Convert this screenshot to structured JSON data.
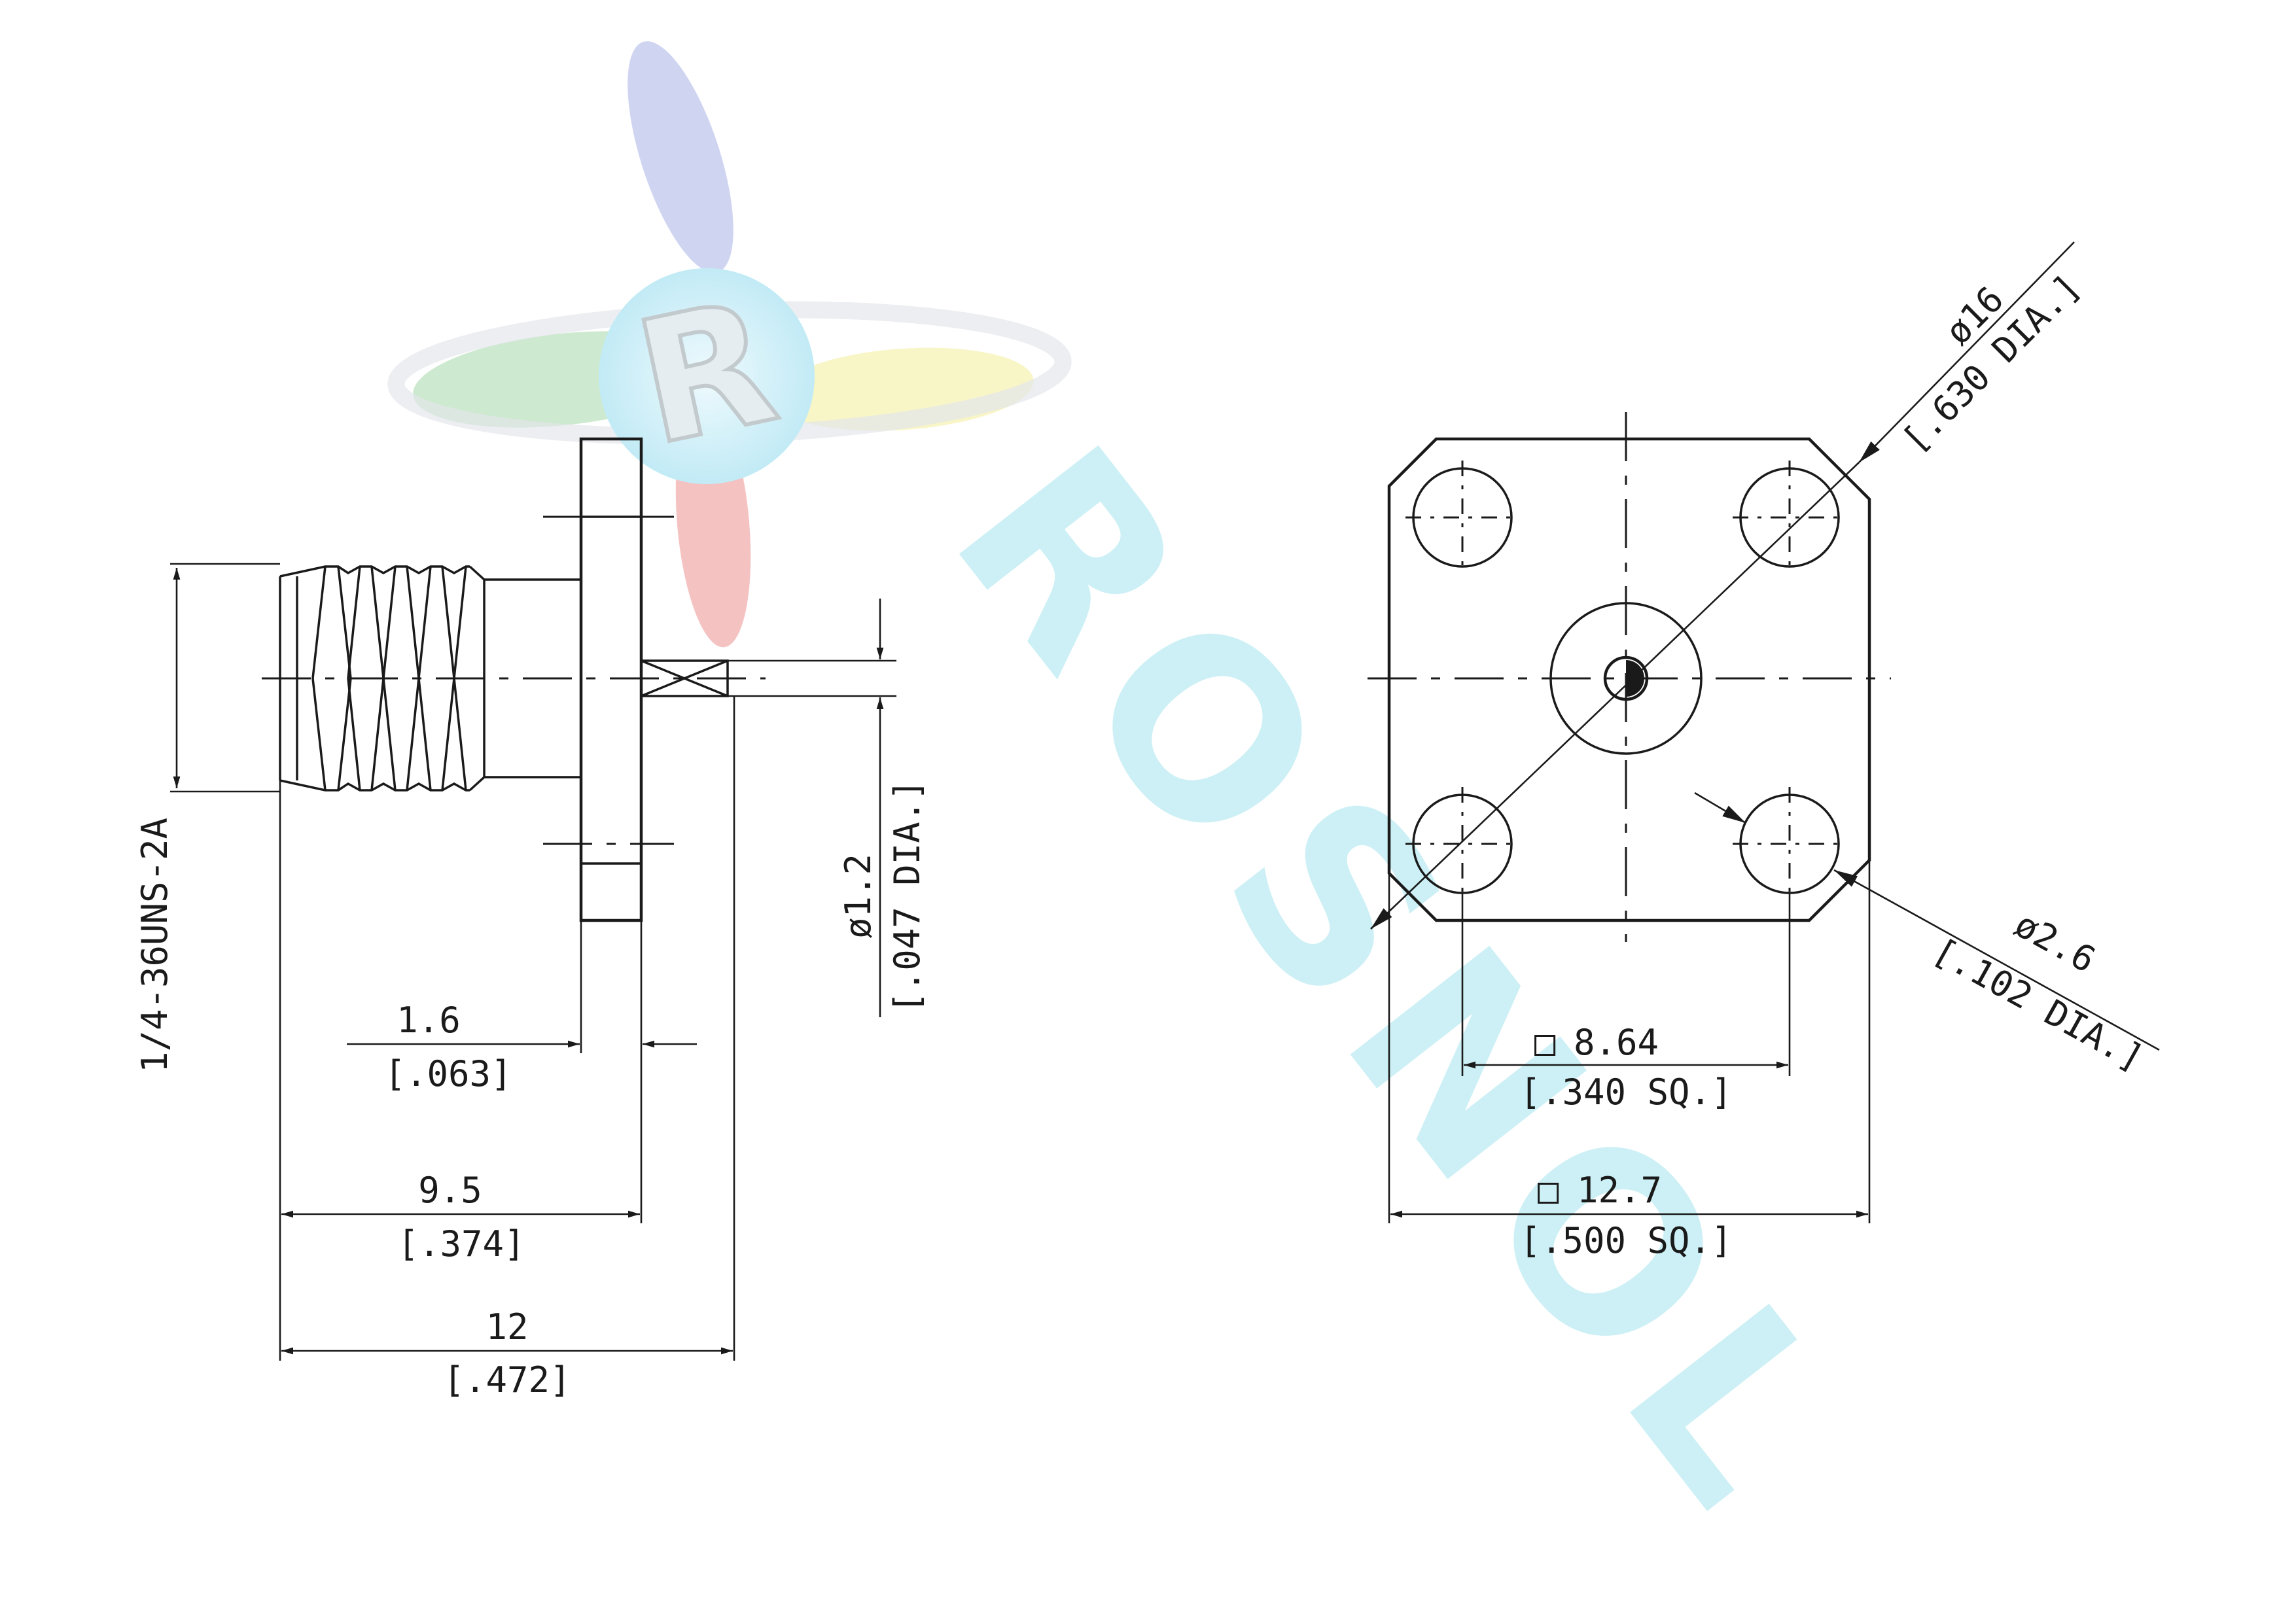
{
  "colors": {
    "line": "#1a1a1a",
    "background": "#ffffff",
    "watermark_cyan": "#8fdde8",
    "logo_blue": "#a9b3e6",
    "logo_red": "#ec8a8a",
    "logo_green": "#9fd6a3",
    "logo_yellow": "#f3ec9a",
    "logo_cyan": "#b5e8f5"
  },
  "watermark": {
    "logo_letter": "R",
    "brand_text": "ROSNOL"
  },
  "side_view": {
    "thread": {
      "label": "1/4-36UNS-2A"
    },
    "pin_dia": {
      "metric": "ø1.2",
      "inch": "[.047 DIA.]"
    },
    "flange_thickness": {
      "metric": "1.6",
      "inch": "[.063]"
    },
    "body_to_flange": {
      "metric": "9.5",
      "inch": "[.374]"
    },
    "overall_length": {
      "metric": "12",
      "inch": "[.472]"
    }
  },
  "front_view": {
    "bolt_circle": {
      "metric": "ø16",
      "inch": "[.630 DIA.]"
    },
    "hole_dia": {
      "metric": "ø2.6",
      "inch": "[.102 DIA.]"
    },
    "hole_spacing": {
      "symbol": "□",
      "metric": "8.64",
      "inch": "[.340 SQ.]"
    },
    "flange_size": {
      "symbol": "□",
      "metric": "12.7",
      "inch": "[.500 SQ.]"
    }
  }
}
